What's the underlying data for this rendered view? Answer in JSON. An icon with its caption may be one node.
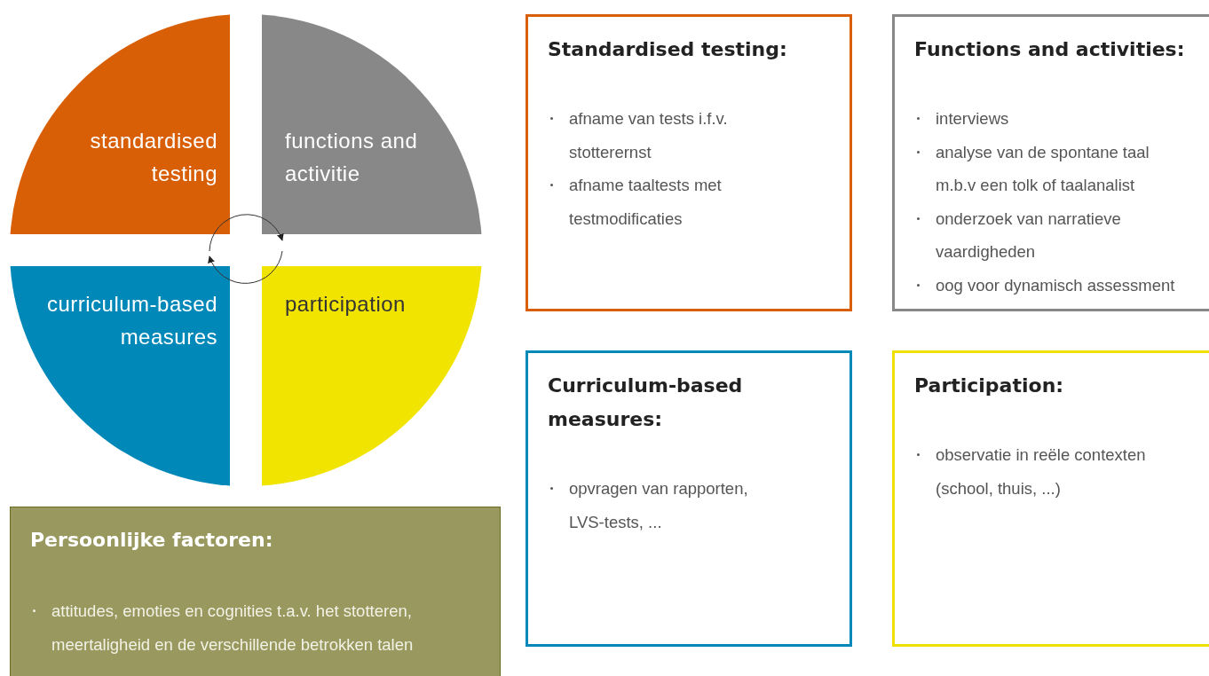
{
  "diagram": {
    "nodes": [
      {
        "text": [
          "standardised testing"
        ]
      },
      {
        "text": [
          "functions and activitie"
        ]
      },
      {
        "text": [
          "curriculum-based measures"
        ]
      },
      {
        "text": [
          "participation"
        ]
      },
      {
        "text": [
          "Standardised testing:",
          "afname van tests i.f.v. stotterernst",
          "afname taaltests met testmodificaties"
        ]
      },
      {
        "text": [
          "Functions and activities:",
          "interviews",
          "analyse van de spontane taal m.b.v een tolk of taalanalist",
          "onderzoek van narratieve vaardigheden",
          "oog voor dynamisch assessment"
        ]
      },
      {
        "text": [
          "Curriculum-based measures:",
          "opvragen van rapporten, LVS-tests, ..."
        ]
      },
      {
        "text": [
          "Participation:",
          "observatie in reële contexten (school, thuis, ...)"
        ]
      },
      {
        "text": [
          "Persoonlijke factoren:",
          "attitudes, emoties en cognities t.a.v. het stotteren, meertaligheid en de verschillende betrokken talen"
        ]
      }
    ]
  }
}
